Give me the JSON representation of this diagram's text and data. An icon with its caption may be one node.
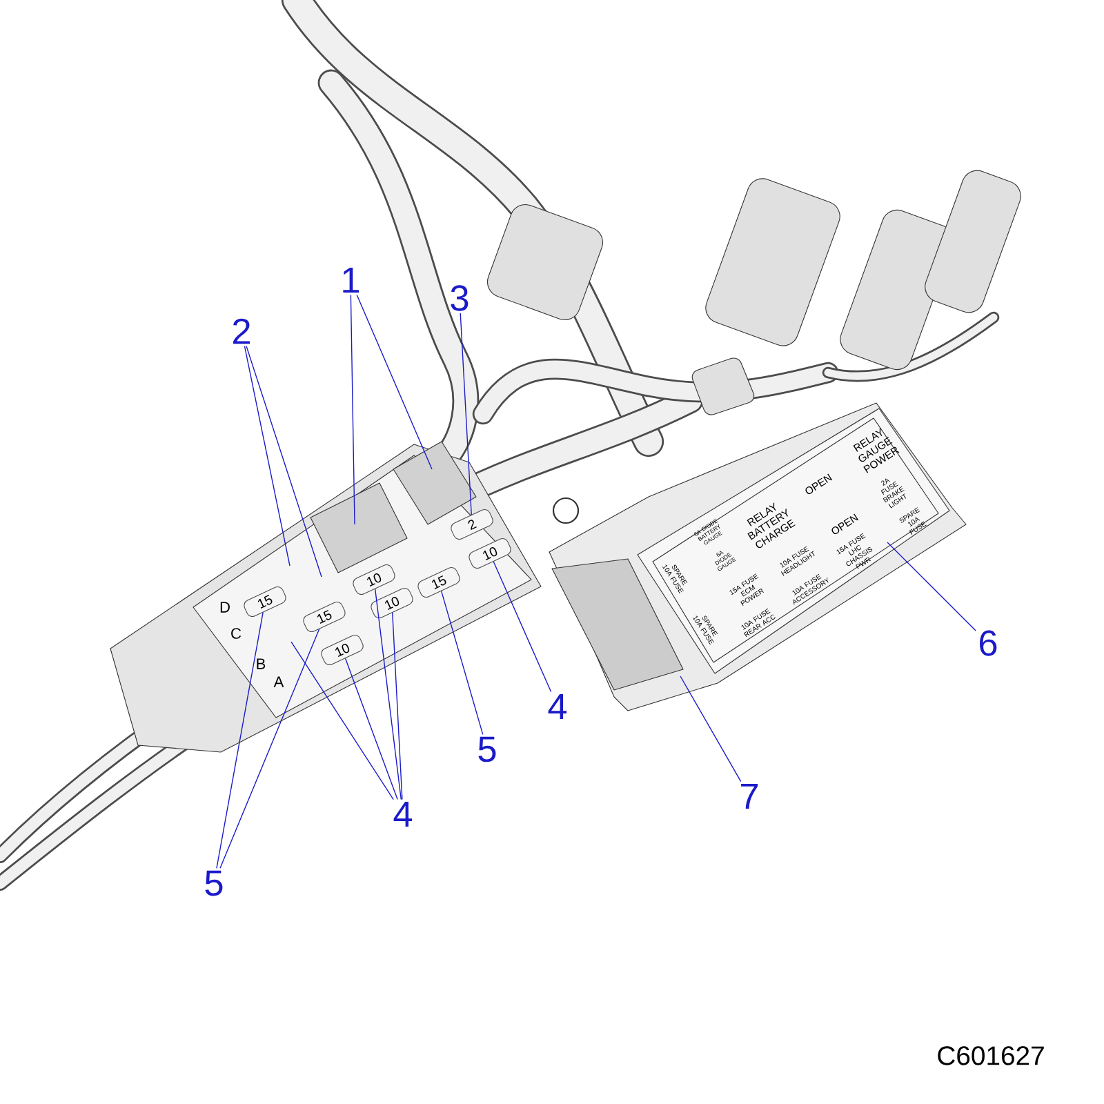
{
  "diagram": {
    "nodes": [
      {
        "text": [
          "1"
        ]
      },
      {
        "text": [
          "2"
        ]
      },
      {
        "text": [
          "3"
        ]
      },
      {
        "text": [
          "4"
        ]
      },
      {
        "text": [
          "5"
        ]
      },
      {
        "text": [
          "4"
        ]
      },
      {
        "text": [
          "5"
        ]
      },
      {
        "text": [
          "6"
        ]
      },
      {
        "text": [
          "7"
        ]
      },
      {
        "text": [
          "2"
        ]
      },
      {
        "text": [
          "10"
        ]
      },
      {
        "text": [
          "15"
        ]
      },
      {
        "text": [
          "10"
        ]
      },
      {
        "text": [
          "15"
        ]
      },
      {
        "text": [
          "10"
        ]
      },
      {
        "text": [
          "15"
        ]
      },
      {
        "text": [
          "10"
        ]
      }
    ],
    "edges": [
      {
        "from": 0,
        "to": null,
        "arrow": "none"
      },
      {
        "from": 0,
        "to": null,
        "arrow": "none"
      },
      {
        "from": 1,
        "to": null,
        "arrow": "none"
      },
      {
        "from": 1,
        "to": null,
        "arrow": "none"
      },
      {
        "from": 2,
        "to": 9,
        "arrow": "none"
      },
      {
        "from": 3,
        "to": 10,
        "arrow": "none"
      },
      {
        "from": 4,
        "to": 13,
        "arrow": "none"
      },
      {
        "from": 5,
        "to": 12,
        "arrow": "none"
      },
      {
        "from": 5,
        "to": 14,
        "arrow": "none"
      },
      {
        "from": 5,
        "to": 16,
        "arrow": "none"
      },
      {
        "from": 5,
        "to": null,
        "arrow": "none"
      },
      {
        "from": 6,
        "to": 11,
        "arrow": "none"
      },
      {
        "from": 6,
        "to": 15,
        "arrow": "none"
      },
      {
        "from": 7,
        "to": null,
        "arrow": "none"
      },
      {
        "from": 8,
        "to": null,
        "arrow": "none"
      }
    ],
    "labels": [
      "RELAY GAUGE POWER",
      "OPEN",
      "2A FUSE BRAKE LIGHT",
      "RELAY BATTERY CHARGE",
      "OPEN",
      "SPARE 10A FUSE",
      "6A DIODE BATTERY GAUGE",
      "15A FUSE LHC CHASSIS PWR",
      "6A DIODE GAUGE",
      "10A FUSE HEADLIGHT",
      "SPARE 10A FUSE",
      "10A FUSE ACCESSORY",
      "15A FUSE ECM POWER",
      "10A FUSE REAR ACC",
      "SPARE 10A FUSE",
      "D",
      "C",
      "B",
      "A",
      "C601627"
    ]
  }
}
